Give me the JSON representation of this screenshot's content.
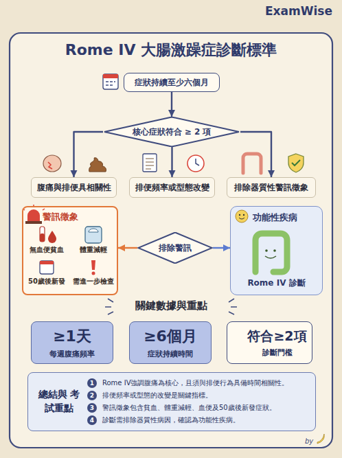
{
  "diagram": {
    "title": "Rome IV 大腸激躁症診斷標準",
    "nodes": [
      {
        "text": [
          "症狀持續至少六個月"
        ]
      },
      {
        "text": [
          "核心症狀符合 ≥ 2 項"
        ]
      },
      {
        "text": [
          "腹痛與排便具相關性"
        ]
      },
      {
        "text": [
          "排便頻率或型態改變"
        ]
      },
      {
        "text": [
          "排除器質性警訊徵象"
        ]
      },
      {
        "text": [
          "警訊徵象"
        ]
      },
      {
        "text": [
          "無血便貧血"
        ],
        "in": 5
      },
      {
        "text": [
          "體重減輕"
        ],
        "in": 5
      },
      {
        "text": [
          "50歲後新發"
        ],
        "in": 5
      },
      {
        "text": [
          "需進一步檢查"
        ],
        "in": 5
      },
      {
        "text": [
          "排除警訊"
        ]
      },
      {
        "text": [
          "功能性疾病",
          "Rome IV 診斷"
        ]
      },
      {
        "text": [
          "≥1天",
          "每週腹痛頻率"
        ]
      },
      {
        "text": [
          "≥6個月",
          "症狀持續時間"
        ]
      },
      {
        "text": [
          "符合≥2項",
          "診斷門檻"
        ]
      },
      {
        "text": [
          "總結與 考試重點",
          "1",
          "Rome IV強調腹痛為核心，且須與排便行為具備時間相關性。",
          "2",
          "排便頻率或型態的改變是關鍵指標。",
          "3",
          "警訊徵象包含貧血、體重減輕、血便及50歲後新發症狀。",
          "4",
          "診斷需排除器質性病因，確認為功能性疾病。"
        ]
      }
    ],
    "edges": [
      {
        "from": 0,
        "to": 1,
        "arrow": "to"
      },
      {
        "from": 1,
        "to": 2,
        "arrow": "to"
      },
      {
        "from": 1,
        "to": 3,
        "arrow": "to"
      },
      {
        "from": 1,
        "to": 4,
        "arrow": "to"
      },
      {
        "from": 10,
        "to": 5,
        "arrow": "to"
      },
      {
        "from": 10,
        "to": 11,
        "arrow": "to"
      }
    ],
    "labels": [
      "ExamWise",
      "關鍵數據與重點",
      "by"
    ]
  }
}
